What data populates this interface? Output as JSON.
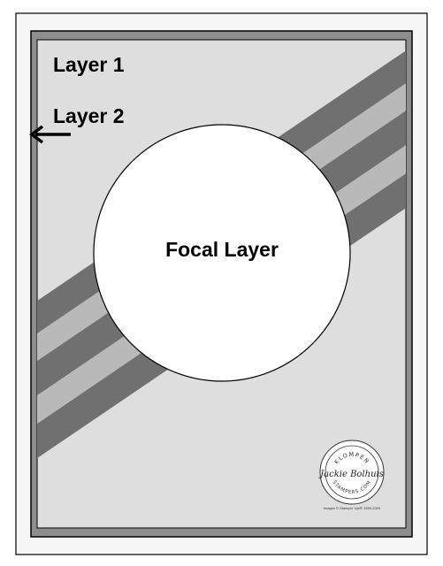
{
  "labels": {
    "layer1": "Layer 1",
    "layer2": "Layer 2",
    "focal": "Focal Layer"
  },
  "logo": {
    "top_text": "KLOMPEN",
    "script_text": "Jackie Bolhuis",
    "bottom_text": "STAMPERS.COM",
    "copyright": "Images © Stampin' Up!® 1990-2020"
  },
  "colors": {
    "outer_card": "#f7f7f7",
    "layer1": "#8e8e8e",
    "layer2": "#dedede",
    "stripe_dark": "#707070",
    "stripe_light": "#b9b9b9",
    "focal": "#ffffff",
    "outline": "#000000"
  },
  "icons": {
    "arrow": "left-arrow-icon"
  }
}
